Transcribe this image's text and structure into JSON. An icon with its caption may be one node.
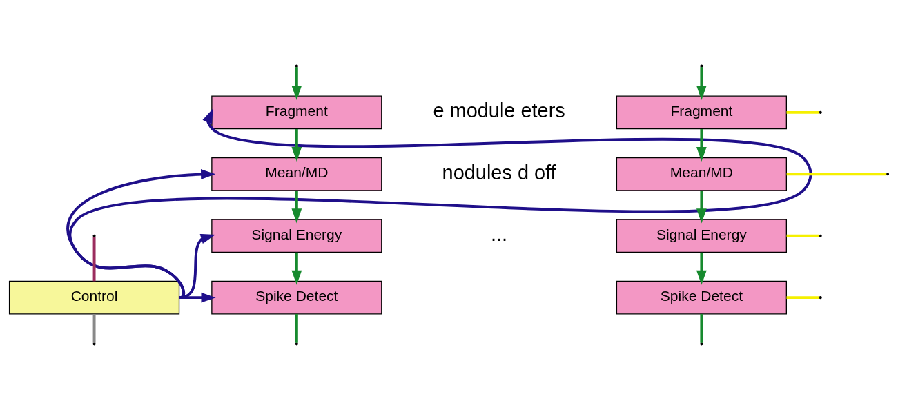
{
  "diagram": {
    "nodes": [
      {
        "text": [
          "Control"
        ]
      },
      {
        "text": [
          "Fragment"
        ]
      },
      {
        "text": [
          "Mean/MD"
        ]
      },
      {
        "text": [
          "Signal Energy"
        ]
      },
      {
        "text": [
          "Spike Detect"
        ]
      },
      {
        "text": [
          "Fragment"
        ]
      },
      {
        "text": [
          "Mean/MD"
        ]
      },
      {
        "text": [
          "Signal Energy"
        ]
      },
      {
        "text": [
          "Spike Detect"
        ]
      }
    ],
    "edges": [
      {
        "from": 5,
        "to": null,
        "arrow": "none",
        "color": "#f5f000"
      },
      {
        "from": 6,
        "to": null,
        "arrow": "none",
        "color": "#f5f000"
      },
      {
        "from": 7,
        "to": null,
        "arrow": "none",
        "color": "#f5f000"
      },
      {
        "from": 8,
        "to": null,
        "arrow": "none",
        "color": "#f5f000"
      },
      {
        "from": null,
        "to": 1,
        "arrow": "to"
      },
      {
        "from": null,
        "to": 5,
        "arrow": "to"
      },
      {
        "from": 0,
        "to": 1,
        "arrow": "to",
        "color": "#1f0f8a"
      },
      {
        "from": 0,
        "to": 2,
        "arrow": "to",
        "color": "#1f0f8a"
      },
      {
        "from": 0,
        "to": 3,
        "arrow": "to",
        "color": "#1f0f8a"
      },
      {
        "from": 0,
        "to": 4,
        "arrow": "to",
        "color": "#1f0f8a"
      },
      {
        "from": 1,
        "to": 2,
        "arrow": "to"
      },
      {
        "from": 2,
        "to": 3,
        "arrow": "to"
      },
      {
        "from": 3,
        "to": 4,
        "arrow": "to"
      },
      {
        "from": 5,
        "to": 6,
        "arrow": "to"
      },
      {
        "from": 6,
        "to": 7,
        "arrow": "to"
      },
      {
        "from": 7,
        "to": 8,
        "arrow": "to"
      },
      {
        "from": 4,
        "to": null,
        "arrow": "none"
      },
      {
        "from": 8,
        "to": null,
        "arrow": "none"
      },
      {
        "from": null,
        "to": 0,
        "arrow": "none",
        "color": "#9b2d5e"
      },
      {
        "from": 0,
        "to": null,
        "arrow": "none",
        "color": "#888888"
      }
    ],
    "labels": [
      "e module eters",
      "nodules d off",
      "..."
    ]
  }
}
